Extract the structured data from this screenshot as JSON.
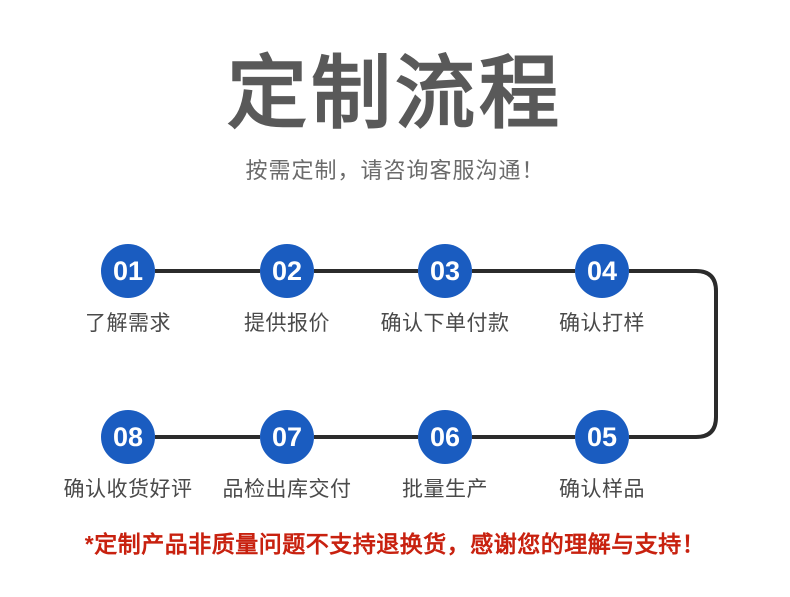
{
  "header": {
    "title": "定制流程",
    "subtitle": "按需定制，请咨询客服沟通！"
  },
  "flow": {
    "accent_color": "#1a5cc0",
    "connector_color": "#2b2b2b",
    "steps": [
      {
        "number": "01",
        "label": "了解需求"
      },
      {
        "number": "02",
        "label": "提供报价"
      },
      {
        "number": "03",
        "label": "确认下单付款"
      },
      {
        "number": "04",
        "label": "确认打样"
      },
      {
        "number": "05",
        "label": "确认样品"
      },
      {
        "number": "06",
        "label": "批量生产"
      },
      {
        "number": "07",
        "label": "品检出库交付"
      },
      {
        "number": "08",
        "label": "确认收货好评"
      }
    ]
  },
  "footer": {
    "note": "*定制产品非质量问题不支持退换货，感谢您的理解与支持！",
    "note_color": "#c8210f"
  }
}
